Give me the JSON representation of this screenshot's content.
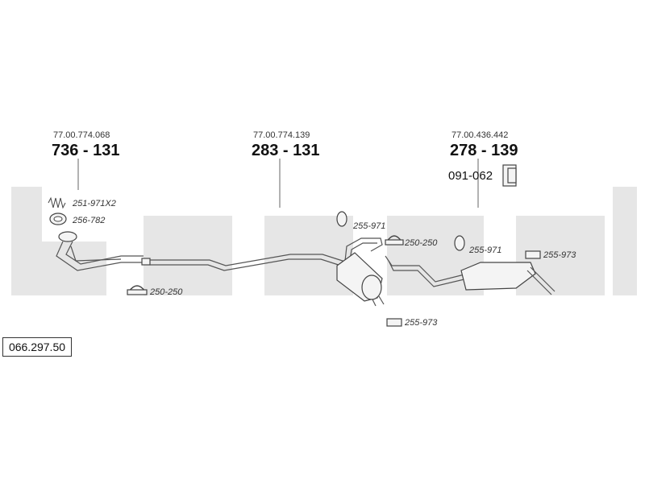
{
  "diagram_number": "066.297.50",
  "main_parts": [
    {
      "ref": "77.00.774.068",
      "part": "736 - 131"
    },
    {
      "ref": "77.00.774.139",
      "part": "283 - 131"
    },
    {
      "ref": "77.00.436.442",
      "part": "278 - 139"
    }
  ],
  "extra_part": "091-062",
  "small_parts": [
    "251-971X2",
    "256-782",
    "250-250",
    "255-971",
    "250-250",
    "255-971",
    "255-973",
    "255-973"
  ],
  "watermark_color": "#e6e6e6"
}
